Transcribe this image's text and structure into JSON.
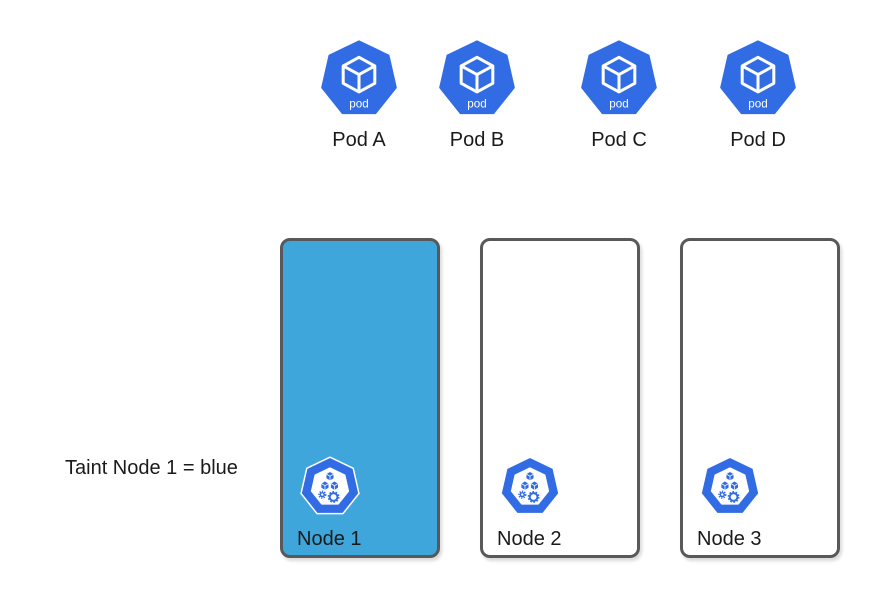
{
  "annotation": {
    "text": "Taint Node 1 = blue"
  },
  "pods": [
    {
      "label": "Pod A",
      "icon_text": "pod",
      "icon": "pod-icon"
    },
    {
      "label": "Pod B",
      "icon_text": "pod",
      "icon": "pod-icon"
    },
    {
      "label": "Pod C",
      "icon_text": "pod",
      "icon": "pod-icon"
    },
    {
      "label": "Pod D",
      "icon_text": "pod",
      "icon": "pod-icon"
    }
  ],
  "nodes": [
    {
      "label": "Node 1",
      "tainted": true,
      "icon": "node-icon"
    },
    {
      "label": "Node 2",
      "tainted": false,
      "icon": "node-icon"
    },
    {
      "label": "Node 3",
      "tainted": false,
      "icon": "node-icon"
    }
  ],
  "colors": {
    "k8s_blue": "#326CE5",
    "taint_fill": "#3EA6DB",
    "node_border": "#595959",
    "text": "#1A1A1A",
    "icon_glyph": "#FFFFFF"
  }
}
